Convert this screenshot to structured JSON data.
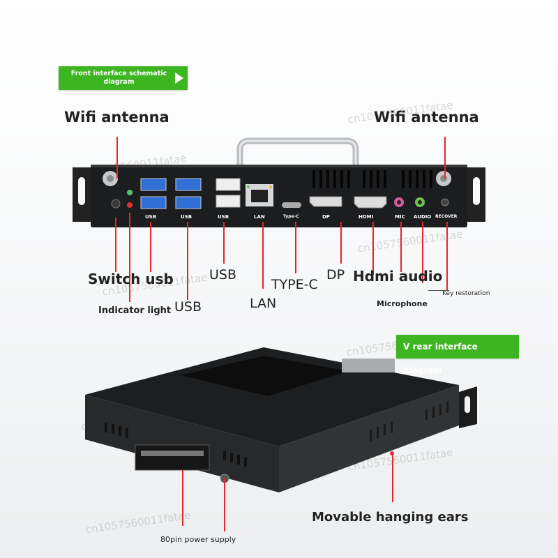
{
  "banners": {
    "front": "Front interface schematic diagram",
    "rear": "V rear interface diagram"
  },
  "labels": {
    "wifi_left": "Wifi antenna",
    "wifi_right": "Wifi antenna",
    "switch_usb": "Switch usb",
    "indicator_light": "Indicator light",
    "usb_1": "USB",
    "usb_2": "USB",
    "lan": "LAN",
    "type_c": "TYPE-C",
    "dp": "DP",
    "hdmi_audio": "Hdmi audio",
    "microphone": "Microphone",
    "key_restoration": "Key restoration",
    "movable_ears": "Movable hanging ears",
    "power_supply": "80pin power supply"
  },
  "panel_ports": {
    "usb_a": "USB",
    "usb_b": "USB",
    "usb_c": "USB",
    "lan": "LAN",
    "typec": "Type-C",
    "dp": "DP",
    "hdmi": "HDMI",
    "mic": "MIC",
    "audio": "AUDIO",
    "recover": "RECOVER"
  },
  "watermark": "cn1057560011fatae",
  "colors": {
    "accent_green": "#3cb521",
    "pointer_red": "#e2262b",
    "usb_blue": "#2f6fd6"
  }
}
